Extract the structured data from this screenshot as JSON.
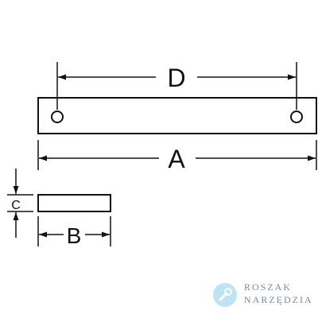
{
  "dimensions": {
    "length": "A",
    "width": "B",
    "thickness": "C",
    "hole_spacing": "D"
  },
  "colors": {
    "line": "#111111",
    "watermark_logo": "#bfe3f2",
    "watermark_text": "#7a8a94"
  },
  "watermark": {
    "line1": "ROSZAK",
    "line2": "NARZĘDZIA",
    "icon": "wrench-icon"
  }
}
